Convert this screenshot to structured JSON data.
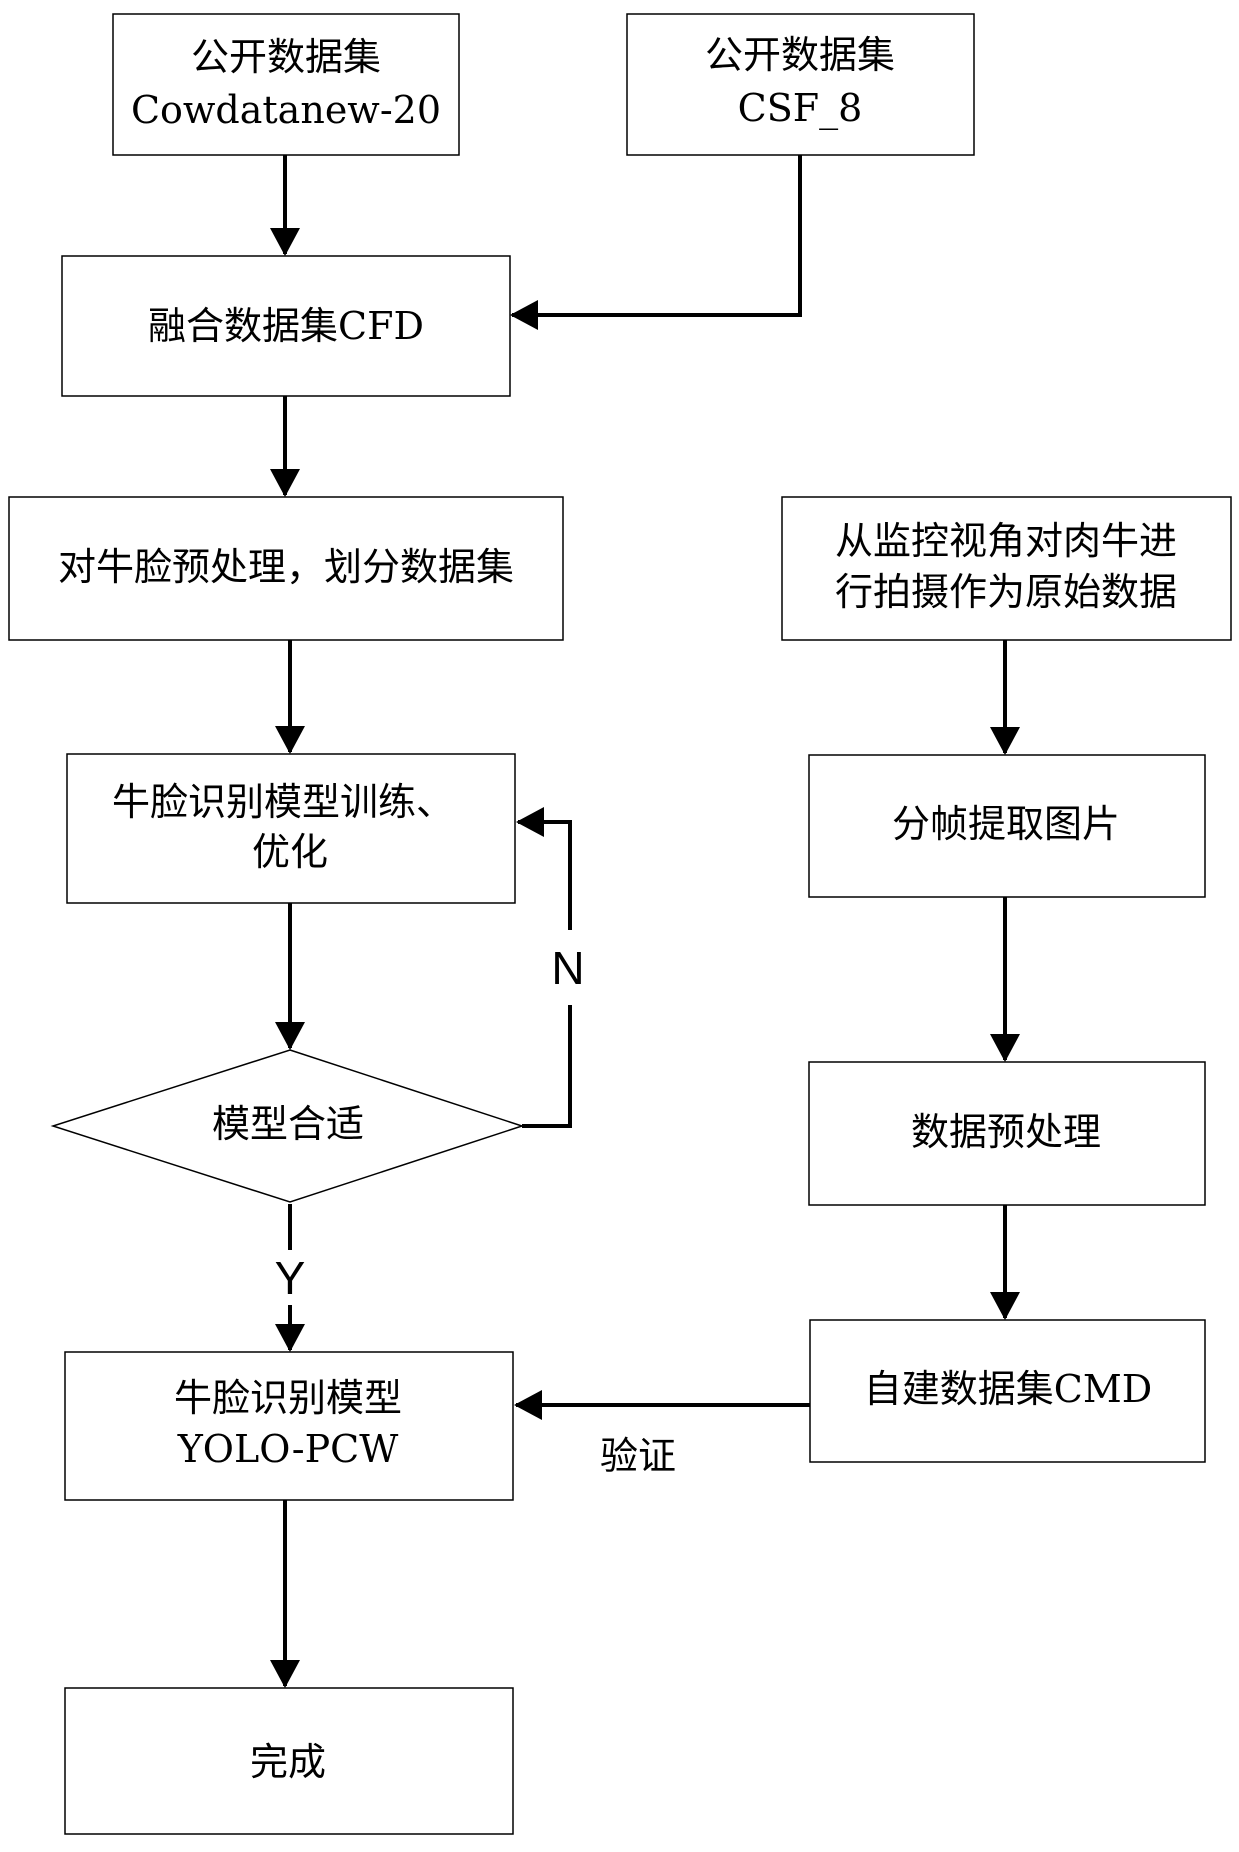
{
  "nodes": {
    "public_cowdatanew": {
      "lines": [
        "公开数据集",
        "Cowdatanew-20"
      ]
    },
    "public_csf": {
      "lines": [
        "公开数据集",
        "CSF_8"
      ]
    },
    "fusion_cfd": {
      "lines": [
        "融合数据集CFD"
      ]
    },
    "preprocess_split": {
      "lines": [
        "对牛脸预处理，划分数据集"
      ]
    },
    "train_optimize": {
      "lines": [
        "牛脸识别模型训练、",
        "优化"
      ]
    },
    "model_suitable": {
      "lines": [
        "模型合适"
      ]
    },
    "model_yolo_pcw": {
      "lines": [
        "牛脸识别模型",
        "YOLO-PCW"
      ]
    },
    "done": {
      "lines": [
        "完成"
      ]
    },
    "capture_raw": {
      "lines": [
        "从监控视角对肉牛进",
        "行拍摄作为原始数据"
      ]
    },
    "frame_extract": {
      "lines": [
        "分帧提取图片"
      ]
    },
    "data_preprocess": {
      "lines": [
        "数据预处理"
      ]
    },
    "self_built_cmd": {
      "lines": [
        "自建数据集CMD"
      ]
    }
  },
  "edges": {
    "no_label": "N",
    "yes_label": "Y",
    "verify_label": "验证"
  }
}
